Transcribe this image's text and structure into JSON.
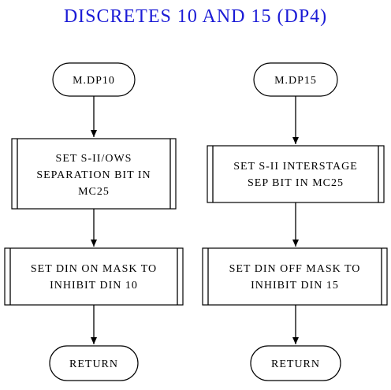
{
  "title": "DISCRETES 10 AND 15 (DP4)",
  "left_flow": {
    "start": "M.DP10",
    "step1": [
      "SET S-II/OWS",
      "SEPARATION BIT IN",
      "MC25"
    ],
    "step2": [
      "SET DIN ON MASK TO",
      "INHIBIT DIN 10"
    ],
    "end": "RETURN"
  },
  "right_flow": {
    "start": "M.DP15",
    "step1": [
      "SET S-II INTERSTAGE",
      "SEP BIT IN MC25"
    ],
    "step2": [
      "SET DIN OFF MASK TO",
      "INHIBIT DIN 15"
    ],
    "end": "RETURN"
  }
}
